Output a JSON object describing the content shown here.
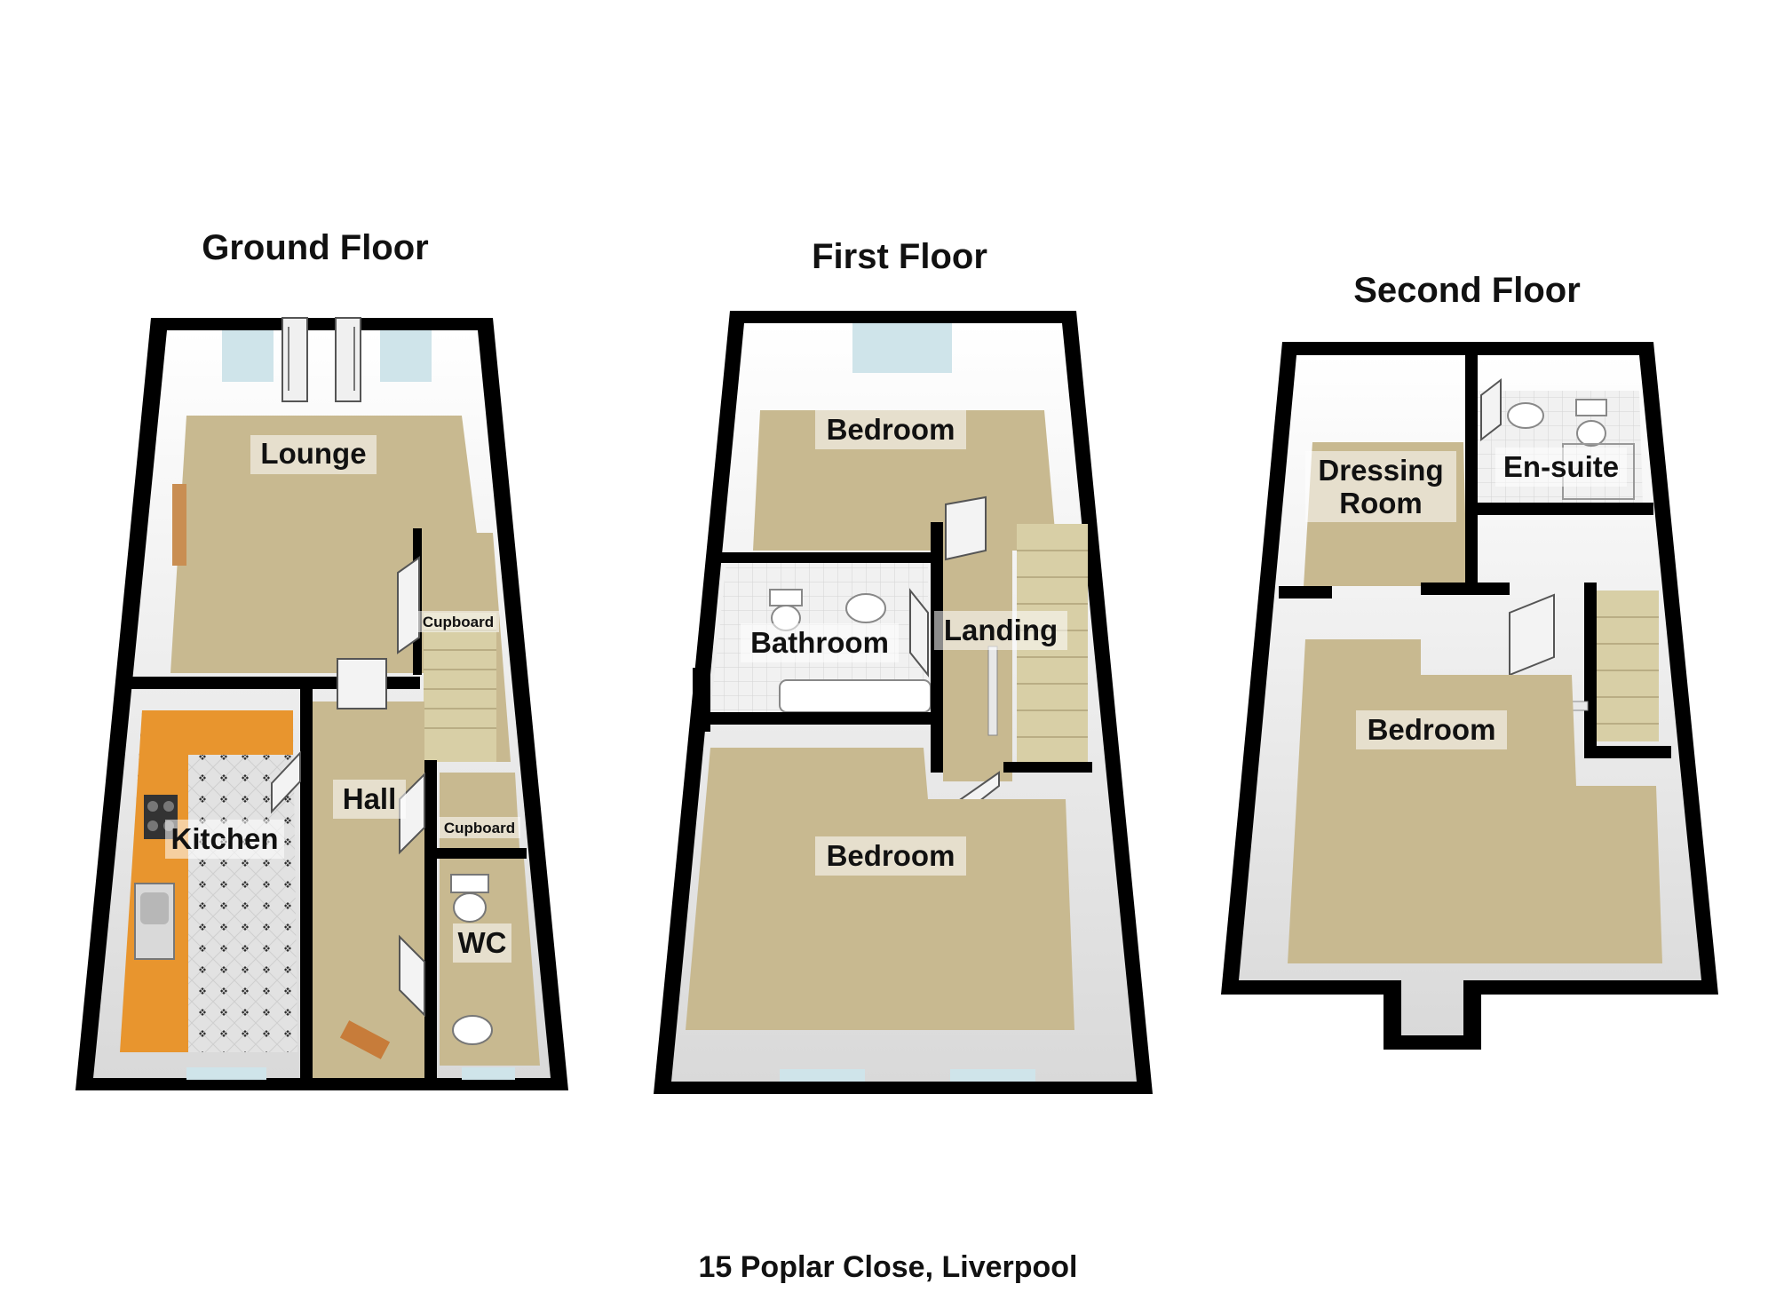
{
  "address": "15 Poplar Close, Liverpool",
  "colors": {
    "wall": "#000000",
    "inner_wall": "#ffffff",
    "carpet": "#c8b990",
    "kitchen_floor": "#e4e4e4",
    "worktop": "#e8952e",
    "bath_floor": "#eeeeee",
    "stairs": "#d8cfa6",
    "window": "#cfe4ea",
    "door_wood": "#c77c3a"
  },
  "floors": [
    {
      "title": "Ground Floor",
      "rooms": {
        "lounge": "Lounge",
        "cupboard_stairs": "Cupboard",
        "kitchen": "Kitchen",
        "hall": "Hall",
        "cupboard_hall": "Cupboard",
        "wc": "WC"
      }
    },
    {
      "title": "First Floor",
      "rooms": {
        "bedroom_rear": "Bedroom",
        "bathroom": "Bathroom",
        "landing": "Landing",
        "bedroom_front": "Bedroom"
      }
    },
    {
      "title": "Second Floor",
      "rooms": {
        "dressing_line1": "Dressing",
        "dressing_line2": "Room",
        "ensuite": "En-suite",
        "bedroom": "Bedroom"
      }
    }
  ]
}
